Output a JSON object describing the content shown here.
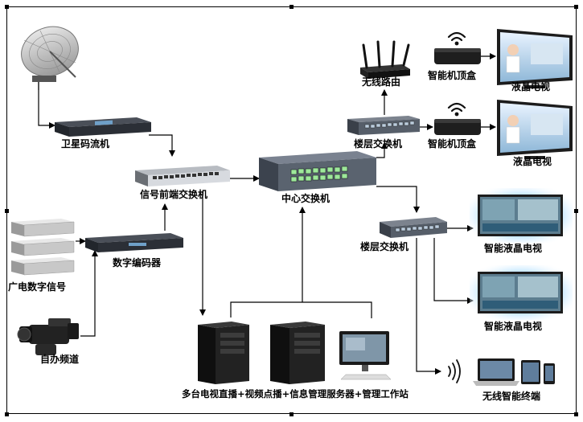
{
  "labels": {
    "satellite_stream": "卫星码流机",
    "signal_frontend_switch": "信号前端交换机",
    "digital_encoder": "数字编码器",
    "broadcast_digital_signal": "广电数字信号",
    "self_channel": "自办频道",
    "core_switch": "中心交换机",
    "wireless_router": "无线路由",
    "floor_switch_top": "楼层交换机",
    "floor_switch_mid": "楼层交换机",
    "smart_box_1": "智能机顶盒",
    "smart_box_2": "智能机顶盒",
    "lcd_tv_1": "液晶电视",
    "lcd_tv_2": "液晶电视",
    "smart_lcd_tv_1": "智能液晶电视",
    "smart_lcd_tv_2": "智能液晶电视",
    "servers": "多台电视直播+视频点播+信息管理服务器+管理工作站",
    "wireless_terminals": "无线智能终端"
  },
  "colors": {
    "line": "#000000",
    "device_dark": "#2b2f36",
    "port_green": "#4caf50",
    "tv_bezel": "#1c1c1c",
    "tv_glow": "#b9e3ff"
  }
}
